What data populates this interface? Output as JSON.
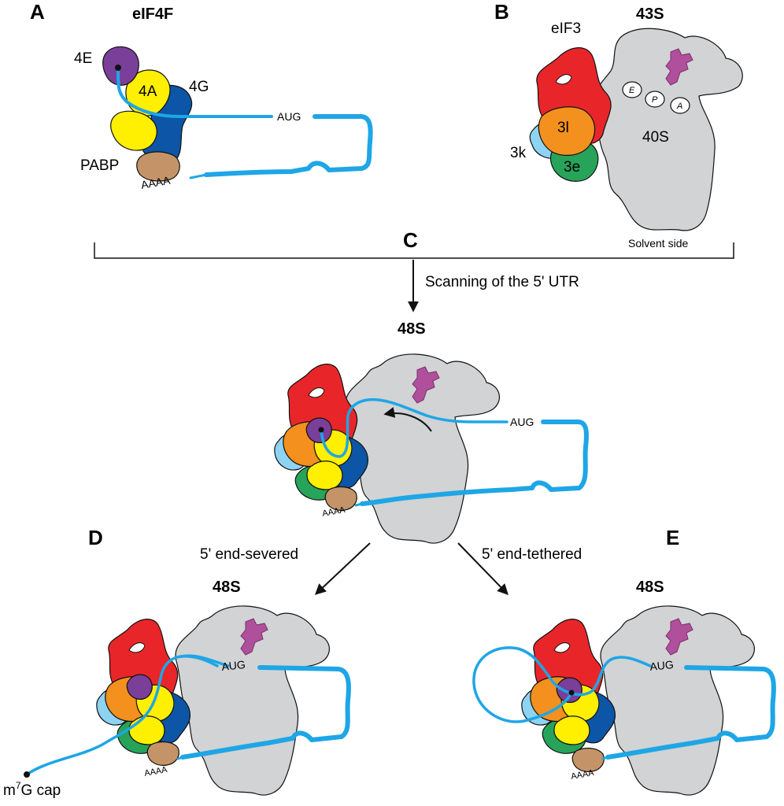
{
  "panels": {
    "a": {
      "letter": "A",
      "title": "eIF4F",
      "label_4e": "4E",
      "label_4a": "4A",
      "label_4g": "4G",
      "label_pabp": "PABP",
      "polya": "AAAA",
      "aug": "AUG"
    },
    "b": {
      "letter": "B",
      "title": "43S",
      "label_eif3": "eIF3",
      "label_3l": "3l",
      "label_3k": "3k",
      "label_3e": "3e",
      "label_40s": "40S",
      "site_e": "E",
      "site_p": "P",
      "site_a": "A",
      "solvent": "Solvent side"
    },
    "c": {
      "letter": "C",
      "scanning": "Scanning of the 5' UTR",
      "title": "48S",
      "aug": "AUG",
      "polya": "AAAA"
    },
    "d": {
      "letter": "D",
      "branch": "5' end-severed",
      "title": "48S",
      "aug": "AUG",
      "polya": "AAAA",
      "cap_m": "m",
      "cap_sup": "7",
      "cap_rest": "G cap"
    },
    "e": {
      "letter": "E",
      "branch": "5' end-tethered",
      "title": "48S",
      "aug": "AUG",
      "polya": "AAAA"
    }
  },
  "colors": {
    "mrna": "#1ea6e6",
    "eif4e": "#7a3f98",
    "eif4a": "#ffef00",
    "eif4g": "#0d55a6",
    "pabp": "#c49468",
    "eif3": "#e8262a",
    "eif3l": "#f3901e",
    "eif3k": "#8ed3f2",
    "eif3e": "#27a35a",
    "ribosome": "#d1d3d4",
    "trna": "#b0509c"
  }
}
